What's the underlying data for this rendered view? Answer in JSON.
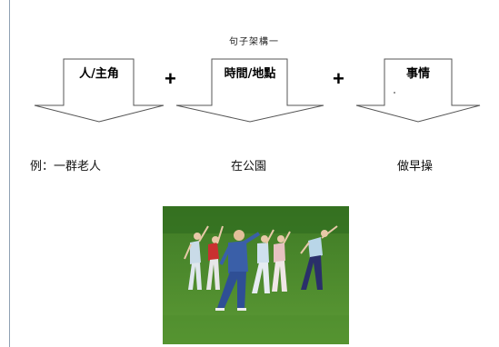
{
  "title": "句子架構一",
  "arrows": [
    {
      "label": "人/主角"
    },
    {
      "label": "時間/地點"
    },
    {
      "label": "事情"
    }
  ],
  "plus_sign": "+",
  "answers": {
    "example": "例：一群老人",
    "place": "在公園",
    "action": "做早操"
  },
  "photo": {
    "subject": "elderly people doing stretching exercise on grass",
    "colors": {
      "grass": "#4f8a2e",
      "grass_dark": "#2f5e1c"
    }
  }
}
